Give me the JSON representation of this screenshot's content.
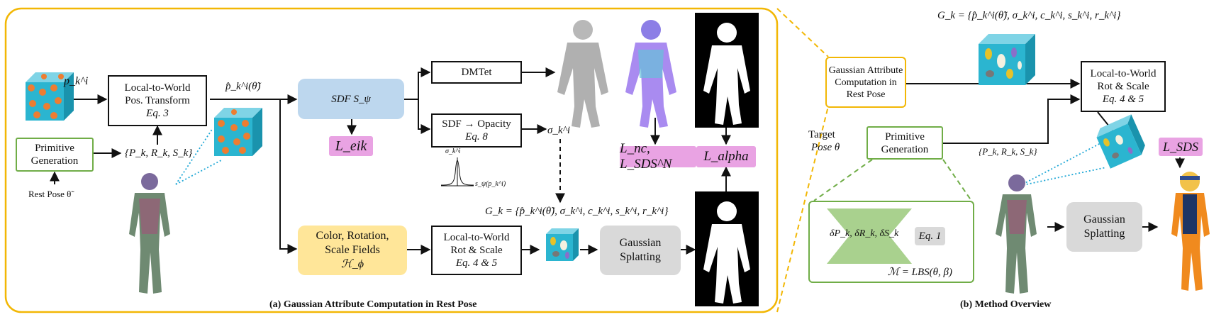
{
  "panel_a": {
    "caption": "(a) Gaussian Attribute Computation in Rest Pose",
    "pk_label": "p_k^i",
    "primitive_generation": [
      "Primitive",
      "Generation"
    ],
    "rest_pose": "Rest Pose θ̃",
    "local_to_world_pos": [
      "Local-to-World",
      "Pos. Transform",
      "Eq. 3"
    ],
    "pkrksk": "{P_k, R_k, S_k}",
    "phat": "p̂_k^i(θ̃)",
    "sdf": "SDF S_ψ",
    "l_eik": "L_eik",
    "dmtet": "DMTet",
    "sdf_opacity": [
      "SDF → Opacity",
      "Eq. 8"
    ],
    "sigma": "σ_k^i",
    "plot_y": "σ_k^i",
    "plot_x": "s_ψ(p_k^i)",
    "gk_formula": "G_k = {p̂_k^i(θ̃), σ_k^i, c_k^i, s_k^i, r_k^i}",
    "color_fields": [
      "Color, Rotation,",
      "Scale Fields",
      "ℋ_ϕ"
    ],
    "local_to_world_rot": [
      "Local-to-World",
      "Rot & Scale",
      "Eq. 4 & 5"
    ],
    "gaussian_splatting": [
      "Gaussian",
      "Splatting"
    ],
    "l_nc": "L_nc, L_SDS^N",
    "l_alpha": "L_alpha"
  },
  "panel_b": {
    "caption": "(b) Method Overview",
    "gk_formula": "G_k = {p̂_k^i(θ̃), σ_k^i, c_k^i, s_k^i, r_k^i}",
    "gaussian_attr": [
      "Gaussian Attribute",
      "Computation in",
      "Rest Pose"
    ],
    "target_pose": [
      "Target",
      "Pose θ"
    ],
    "primitive_generation": [
      "Primitive",
      "Generation"
    ],
    "pkrksk": "{P_k, R_k, S_k}",
    "local_to_world": [
      "Local-to-World",
      "Rot & Scale",
      "Eq. 4 & 5"
    ],
    "l_sds": "L_SDS",
    "deltas": "δP_k, δR_k, δS_k",
    "eq1": "Eq. 1",
    "lbs": "ℳ = LBS(θ, β)",
    "gaussian_splatting": [
      "Gaussian",
      "Splatting"
    ]
  },
  "colors": {
    "frame_yellow": "#f2b705",
    "green": "#70ad47",
    "sdf_blue": "#bdd7ee",
    "fields_yellow": "#ffe699",
    "splat_gray": "#d9d9d9",
    "loss_pink": "#e9a3e3",
    "cube_teal": "#2bb5d0",
    "dot_orange": "#ed7d31",
    "decoder_green": "#a9d18e"
  }
}
